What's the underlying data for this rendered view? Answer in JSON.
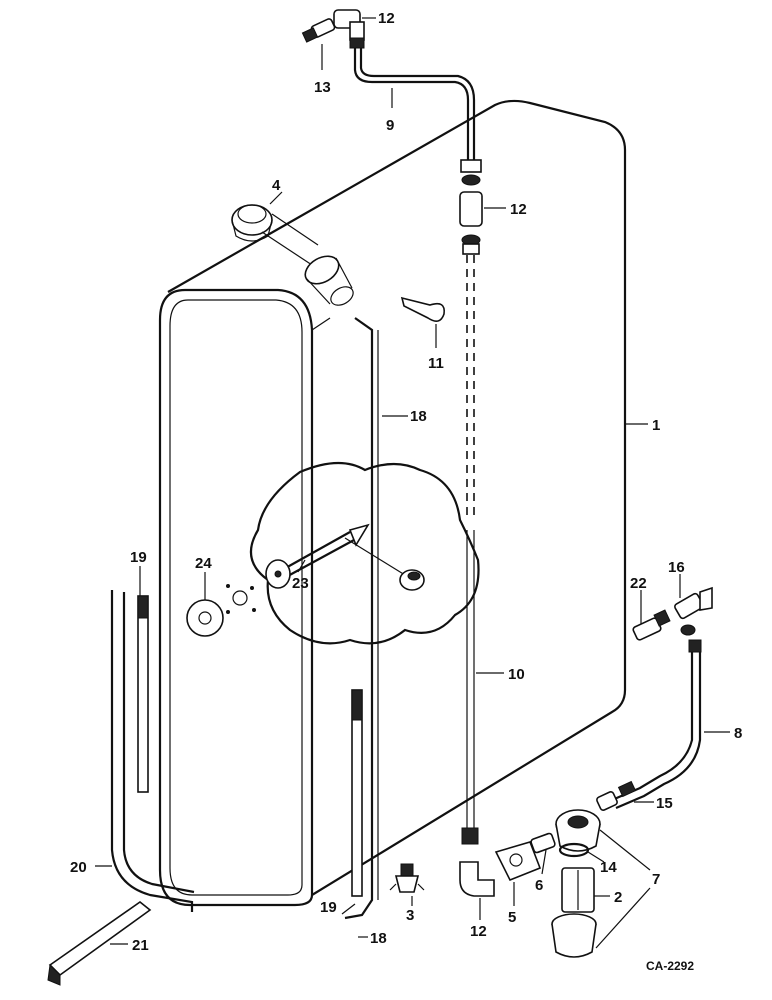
{
  "diagram": {
    "drawing_code": "CA-2292",
    "callouts": [
      {
        "id": "1",
        "label": "1"
      },
      {
        "id": "2",
        "label": "2"
      },
      {
        "id": "3",
        "label": "3"
      },
      {
        "id": "4",
        "label": "4"
      },
      {
        "id": "5",
        "label": "5"
      },
      {
        "id": "6",
        "label": "6"
      },
      {
        "id": "7",
        "label": "7"
      },
      {
        "id": "8",
        "label": "8"
      },
      {
        "id": "9",
        "label": "9"
      },
      {
        "id": "10",
        "label": "10"
      },
      {
        "id": "11",
        "label": "11"
      },
      {
        "id": "12a",
        "label": "12"
      },
      {
        "id": "12b",
        "label": "12"
      },
      {
        "id": "13",
        "label": "13"
      },
      {
        "id": "14",
        "label": "14"
      },
      {
        "id": "15",
        "label": "15"
      },
      {
        "id": "16",
        "label": "16"
      },
      {
        "id": "17",
        "label": "17"
      },
      {
        "id": "18a",
        "label": "18"
      },
      {
        "id": "18b",
        "label": "18"
      },
      {
        "id": "19a",
        "label": "19"
      },
      {
        "id": "19b",
        "label": "19"
      },
      {
        "id": "20",
        "label": "20"
      },
      {
        "id": "21",
        "label": "21"
      },
      {
        "id": "22",
        "label": "22"
      },
      {
        "id": "23",
        "label": "23"
      },
      {
        "id": "24",
        "label": "24"
      }
    ]
  }
}
